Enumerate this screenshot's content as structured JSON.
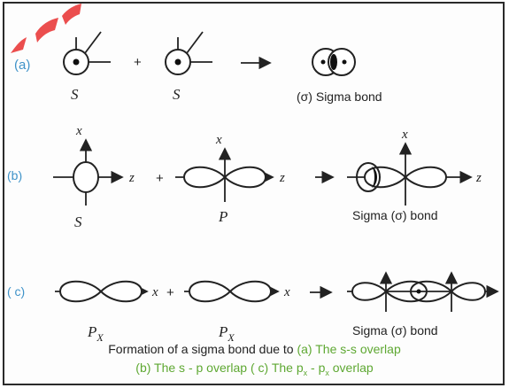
{
  "rows": {
    "a": {
      "label": "(a)",
      "orbital_1": "S",
      "orbital_2": "S",
      "plus": "+",
      "arrow": "⟶",
      "result": "(σ) Sigma bond"
    },
    "b": {
      "label": "(b)",
      "orbital_1": "S",
      "orbital_2": "P",
      "axis_x": "x",
      "axis_z": "z",
      "plus": "+",
      "arrow": "→",
      "result": "Sigma (σ)  bond"
    },
    "c": {
      "label": "( c)",
      "orbital_1": "P",
      "orbital_1_sub": "X",
      "orbital_2": "P",
      "orbital_2_sub": "X",
      "axis_x": "x",
      "plus": "+",
      "arrow": "→",
      "result": "Sigma (σ)  bond"
    }
  },
  "caption": {
    "line1_prefix": "Formation of a sigma bond due to",
    "line1_a_label": "(a)",
    "line1_a_text": "The s-s overlap",
    "line2_b": "(b) The s - p overlap",
    "line2_c_prefix": "( c) The p",
    "line2_c_sub1": "x",
    "line2_c_mid": " - p",
    "line2_c_sub2": "x",
    "line2_c_suffix": " overlap"
  },
  "colors": {
    "row_label": "#3f93c9",
    "caption_highlight": "#5ea832",
    "watermark": "#e83030"
  }
}
